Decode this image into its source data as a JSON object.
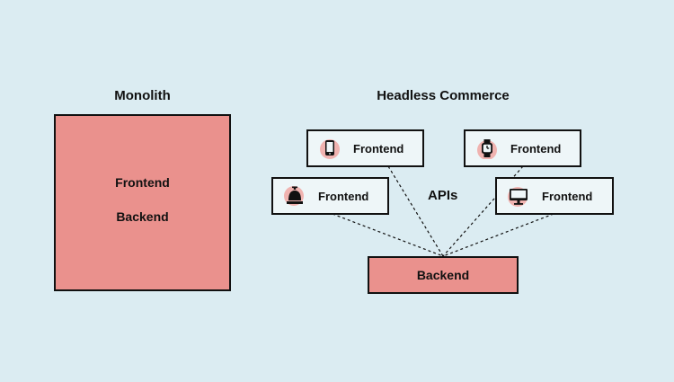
{
  "monolith": {
    "title": "Monolith",
    "frontend_label": "Frontend",
    "backend_label": "Backend"
  },
  "headless": {
    "title": "Headless Commerce",
    "apis_label": "APIs",
    "backend_label": "Backend",
    "frontends": [
      {
        "label": "Frontend",
        "icon": "smartphone-icon"
      },
      {
        "label": "Frontend",
        "icon": "smartwatch-icon"
      },
      {
        "label": "Frontend",
        "icon": "service-bell-icon"
      },
      {
        "label": "Frontend",
        "icon": "desktop-monitor-icon"
      }
    ]
  },
  "colors": {
    "background": "#dbecf2",
    "backend_fill": "#ea918d",
    "frontend_fill": "#eef6f8",
    "icon_highlight": "#f0b3b0"
  }
}
